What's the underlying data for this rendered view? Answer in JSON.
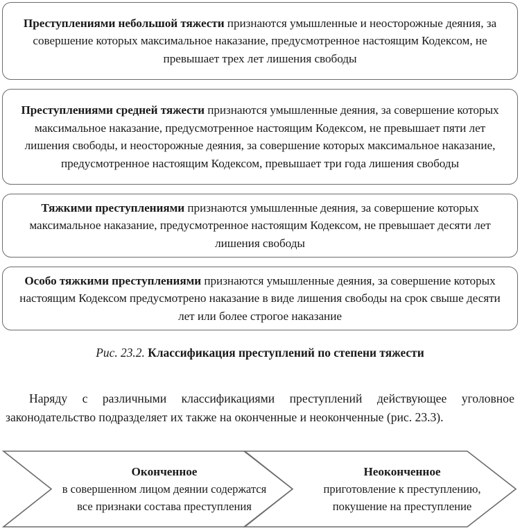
{
  "figure_1": {
    "boxes": [
      {
        "name": "minor-gravity-crimes",
        "lead": "Преступлениями небольшой тяжести",
        "rest": " признаются умышленные и неосторожные деяния, за совершение которых максимальное наказание, предусмотренное настоящим Кодексом, не превышает трех лет лишения свободы"
      },
      {
        "name": "medium-gravity-crimes",
        "lead": "Преступлениями средней тяжести",
        "rest": " признаются умышленные деяния, за совершение которых максимальное наказание, предусмотренное настоящим Кодексом, не превышает пяти лет лишения свободы, и неосторожные деяния, за совершение которых максимальное наказание, предусмотренное настоящим Кодексом, превышает три года лишения свободы"
      },
      {
        "name": "grave-crimes",
        "lead": "Тяжкими преступлениями",
        "rest": " признаются умышленные деяния, за совершение которых максимальное наказание, предусмотренное настоящим Кодексом, не превышает десяти лет лишения свободы"
      },
      {
        "name": "especially-grave-crimes",
        "lead": "Особо тяжкими преступлениями",
        "rest": " признаются умышленные деяния, за совершение которых настоящим Кодексом предусмотрено наказание в виде лишения свободы на срок свыше десяти лет или более строгое наказание"
      }
    ],
    "caption": {
      "number": "Рис. 23.2.",
      "title": "Классификация преступлений по степени тяжести"
    }
  },
  "body": {
    "paragraph": "Наряду с различными классификациями преступлений действующее уголовное законодательство подразделяет их также на оконченные и неоконченные (рис. 23.3)."
  },
  "figure_2": {
    "chevrons": [
      {
        "name": "completed-crime",
        "title": "Оконченное",
        "text": "в совершенном лицом дея­нии содержатся все признаки состава преступления"
      },
      {
        "name": "incompleted-crime",
        "title": "Неоконченное",
        "text": "приготовление к преступле­нию, покушение на престу­пление"
      }
    ]
  },
  "style": {
    "border_color": "#6b6b6b",
    "text_color": "#1a1a1a",
    "background": "#ffffff"
  }
}
